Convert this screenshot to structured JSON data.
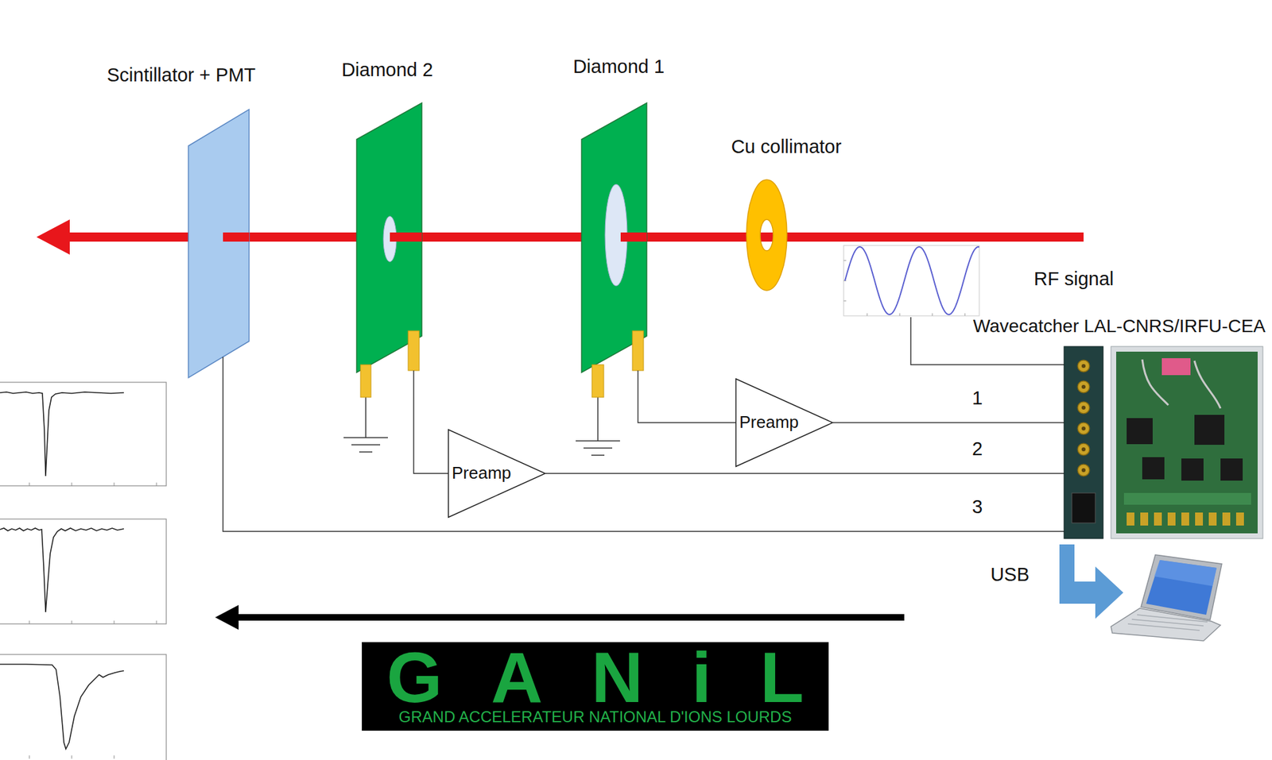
{
  "diagram": {
    "nodes": [
      {
        "text": [
          "Scintillator + PMT"
        ]
      },
      {
        "text": [
          "Diamond 2"
        ]
      },
      {
        "text": [
          "Diamond 1"
        ]
      },
      {
        "text": [
          "Cu collimator"
        ]
      },
      {
        "text": [
          "Wavecatcher LAL-CNRS/IRFU-CEA"
        ]
      },
      {
        "text": [
          "Preamp"
        ]
      },
      {
        "text": [
          "Preamp"
        ]
      },
      {
        "text": [
          "GANiL",
          "GRAND ACCELERATEUR NATIONAL D'IONS LOURDS"
        ]
      }
    ],
    "edges": [
      {
        "from": 2,
        "to": 5,
        "arrow": "none"
      },
      {
        "from": 5,
        "to": 4,
        "arrow": "none",
        "label": "1"
      },
      {
        "from": 1,
        "to": 6,
        "arrow": "none"
      },
      {
        "from": 6,
        "to": 4,
        "arrow": "none",
        "label": "2"
      },
      {
        "from": 0,
        "to": 4,
        "arrow": "none",
        "label": "3"
      }
    ],
    "labels": [
      "RF signal",
      "USB"
    ]
  }
}
